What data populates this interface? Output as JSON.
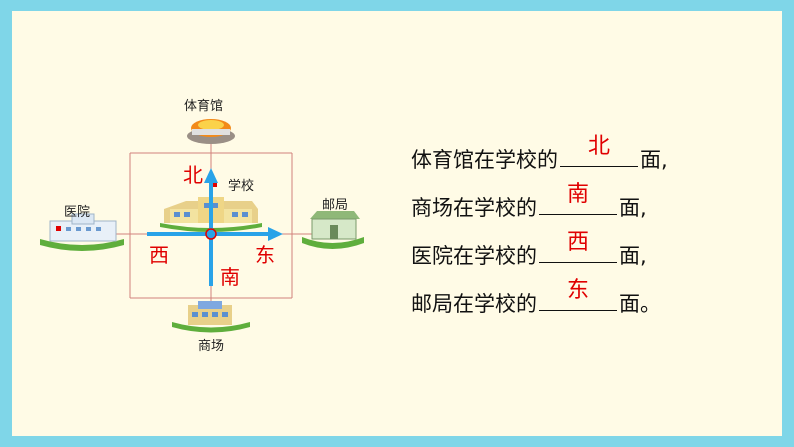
{
  "map": {
    "buildings": {
      "gym": "体育馆",
      "school": "学校",
      "hospital": "医院",
      "post_office": "邮局",
      "mall": "商场"
    },
    "directions": {
      "north": "北",
      "south": "南",
      "west": "西",
      "east": "东"
    }
  },
  "questions": [
    {
      "prefix": "体育馆在学校的",
      "answer": "北",
      "suffix": "面,"
    },
    {
      "prefix": "商场在学校的",
      "answer": "南",
      "suffix": "面,"
    },
    {
      "prefix": "医院在学校的",
      "answer": "西",
      "suffix": "面,"
    },
    {
      "prefix": "邮局在学校的",
      "answer": "东",
      "suffix": "面。"
    }
  ],
  "colors": {
    "frame": "#7fd6e8",
    "slide_bg": "#fffbe6",
    "arrow": "#29a3e8",
    "answer": "#e00000",
    "grid_line": "#c05050"
  }
}
